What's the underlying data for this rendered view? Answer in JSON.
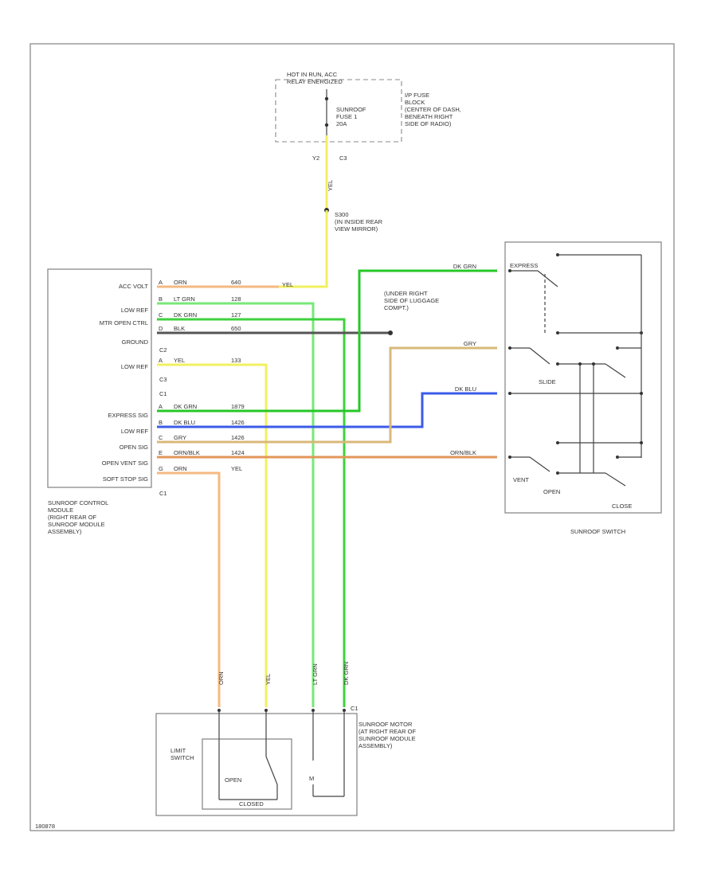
{
  "fuse_block": {
    "header": "HOT IN RUN, ACC\nRELAY ENERGIZED",
    "fuse_label": "SUNROOF\nFUSE 1\n20A",
    "location": "I/P FUSE\nBLOCK\n(CENTER OF DASH,\nBENEATH RIGHT\nSIDE OF RADIO)",
    "pin_left": "Y2",
    "pin_right": "C3"
  },
  "splice": {
    "label": "S300\n(IN INSIDE REAR\nVIEW MIRROR)"
  },
  "ground": {
    "label": "(UNDER RIGHT\nSIDE OF LUGGAGE\nCOMPT.)"
  },
  "control_module": {
    "pins": [
      "ACC VOLT",
      "LOW REF",
      "MTR OPEN CTRL",
      "GROUND",
      "C2",
      "LOW REF",
      "C3",
      "C1",
      "EXPRESS SIG",
      "LOW REF",
      "OPEN SIG",
      "OPEN VENT SIG",
      "SOFT STOP SIG"
    ],
    "connector": "C1",
    "caption": "SUNROOF CONTROL\nMODULE\n(RIGHT REAR OF\nSUNROOF MODULE\nASSEMBLY)"
  },
  "wires": [
    {
      "pin": "A",
      "color_name": "ORN",
      "circuit": "640",
      "end": "YEL",
      "hex": "#f5b980"
    },
    {
      "pin": "B",
      "color_name": "LT GRN",
      "circuit": "128",
      "hex": "#78e878"
    },
    {
      "pin": "C",
      "color_name": "DK GRN",
      "circuit": "127",
      "hex": "#3fd13f"
    },
    {
      "pin": "D",
      "color_name": "BLK",
      "circuit": "650",
      "hex": "#555555"
    },
    {
      "pin": "A",
      "color_name": "YEL",
      "circuit": "133",
      "hex": "#f2f060"
    },
    {
      "pin": "A",
      "color_name": "DK GRN",
      "circuit": "1879",
      "hex": "#27c727"
    },
    {
      "pin": "B",
      "color_name": "DK BLU",
      "circuit": "1426",
      "hex": "#3c5be8"
    },
    {
      "pin": "C",
      "color_name": "GRY",
      "circuit": "1426",
      "hex": "#d9b87a"
    },
    {
      "pin": "E",
      "color_name": "ORN/BLK",
      "circuit": "1424",
      "hex": "#e3965a"
    },
    {
      "pin": "G",
      "color_name": "ORN",
      "circuit": "YEL",
      "hex": "#f5b980"
    }
  ],
  "switch": {
    "pin_labels": [
      "DK GRN",
      "GRY",
      "DK BLU",
      "ORN/BLK"
    ],
    "labels": [
      "EXPRESS",
      "SLIDE",
      "VENT",
      "OPEN",
      "CLOSE"
    ],
    "caption": "SUNROOF SWITCH"
  },
  "motor": {
    "wire_labels": [
      "ORN",
      "YEL",
      "LT GRN",
      "DK GRN"
    ],
    "header": "C1",
    "caption": "SUNROOF MOTOR\n(AT RIGHT REAR OF\nSUNROOF MODULE\nASSEMBLY)",
    "limit_switch": "LIMIT\nSWITCH",
    "open_label": "OPEN",
    "closed_label": "CLOSED",
    "motor_symbol": "M"
  },
  "figure_id": "180878"
}
